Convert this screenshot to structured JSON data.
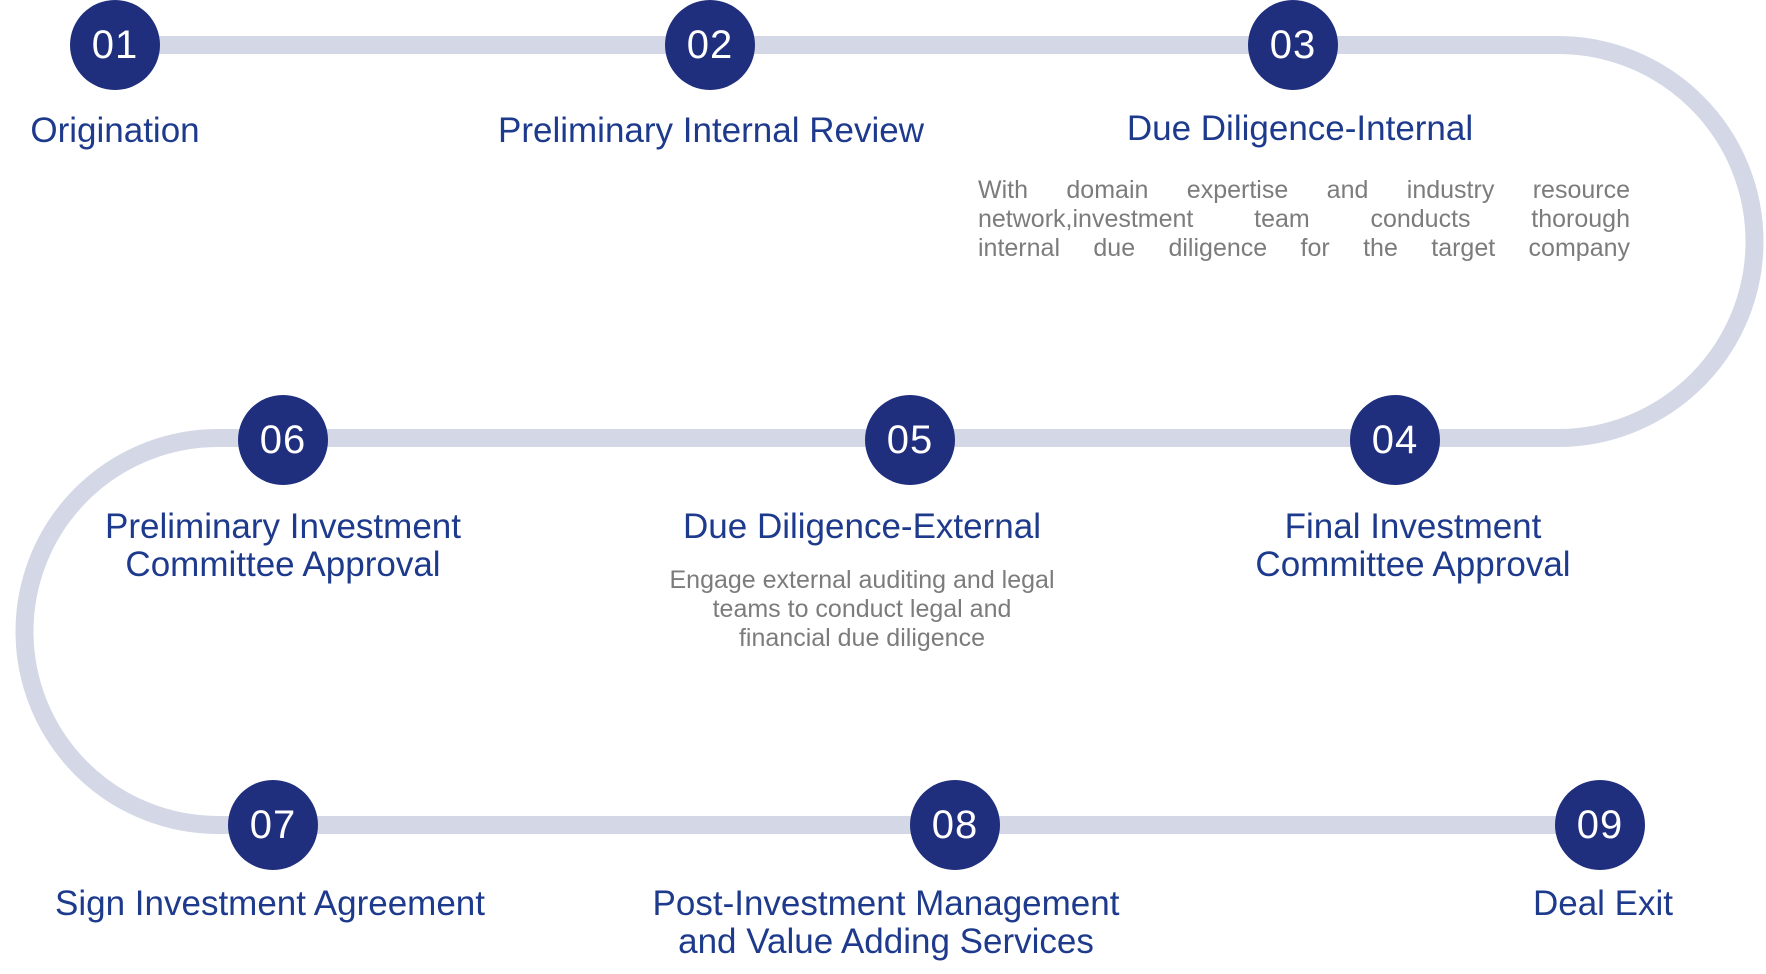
{
  "colors": {
    "node_circle": "#1f2e7d",
    "track_line": "#d4d8e6",
    "step_title": "#1e3a8c",
    "step_description": "#7c7c7c",
    "number_text": "#ffffff"
  },
  "steps": [
    {
      "number": "01",
      "title": "Origination",
      "description": ""
    },
    {
      "number": "02",
      "title": "Preliminary Internal Review",
      "description": ""
    },
    {
      "number": "03",
      "title": "Due Diligence-Internal",
      "description": "With domain expertise and industry resource\nnetwork,investment team conducts thorough\ninternal due diligence for the target company"
    },
    {
      "number": "04",
      "title": "Final Investment\nCommittee Approval",
      "description": ""
    },
    {
      "number": "05",
      "title": "Due Diligence-External",
      "description": "Engage external auditing and legal\nteams to conduct legal and\nfinancial due diligence"
    },
    {
      "number": "06",
      "title": "Preliminary Investment\nCommittee Approval",
      "description": ""
    },
    {
      "number": "07",
      "title": "Sign Investment Agreement",
      "description": ""
    },
    {
      "number": "08",
      "title": "Post-Investment Management\nand Value Adding Services",
      "description": ""
    },
    {
      "number": "09",
      "title": "Deal Exit",
      "description": ""
    }
  ]
}
